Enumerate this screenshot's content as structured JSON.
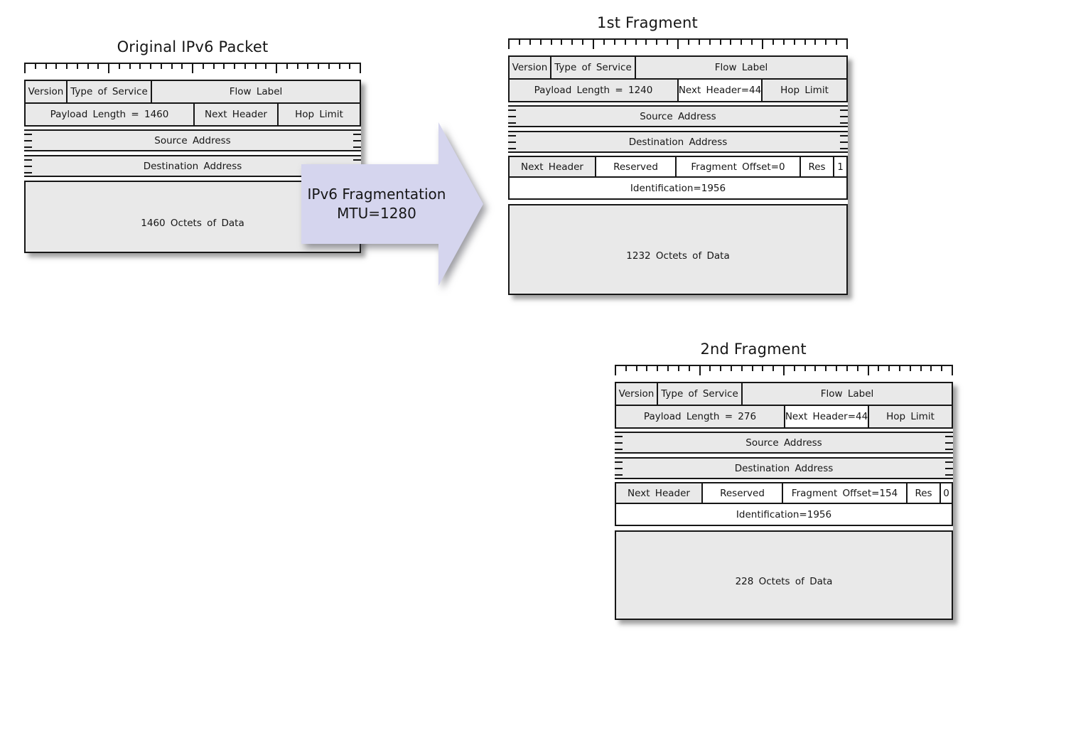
{
  "packets": {
    "original": {
      "title": "Original IPv6 Packet",
      "row1": [
        "Version",
        "Type of Service",
        "Flow Label"
      ],
      "row2": [
        "Payload Length = 1460",
        "Next Header",
        "Hop Limit"
      ],
      "source": "Source Address",
      "dest": "Destination Address",
      "data": "1460 Octets of Data"
    },
    "fragment1": {
      "title": "1st Fragment",
      "row1": [
        "Version",
        "Type of Service",
        "Flow Label"
      ],
      "row2": [
        "Payload Length = 1240",
        "Next Header=44",
        "Hop Limit"
      ],
      "source": "Source Address",
      "dest": "Destination Address",
      "row5": [
        "Next Header",
        "Reserved",
        "Fragment Offset=0",
        "Res",
        "1"
      ],
      "identification": "Identification=1956",
      "data": "1232 Octets of Data"
    },
    "fragment2": {
      "title": "2nd Fragment",
      "row1": [
        "Version",
        "Type of Service",
        "Flow Label"
      ],
      "row2": [
        "Payload Length = 276",
        "Next Header=44",
        "Hop Limit"
      ],
      "source": "Source Address",
      "dest": "Destination Address",
      "row5": [
        "Next Header",
        "Reserved",
        "Fragment Offset=154",
        "Res",
        "0"
      ],
      "identification": "Identification=1956",
      "data": "228 Octets of Data"
    }
  },
  "arrow": {
    "line1": "IPv6 Fragmentation",
    "line2": "MTU=1280"
  },
  "ruler": {
    "tick_count": 33,
    "major_every": 8
  },
  "colors": {
    "cell_gray": "#e9e9e9",
    "highlight_white": "#ffffff",
    "arrow_fill": "#d5d5ee",
    "border": "#161616"
  }
}
